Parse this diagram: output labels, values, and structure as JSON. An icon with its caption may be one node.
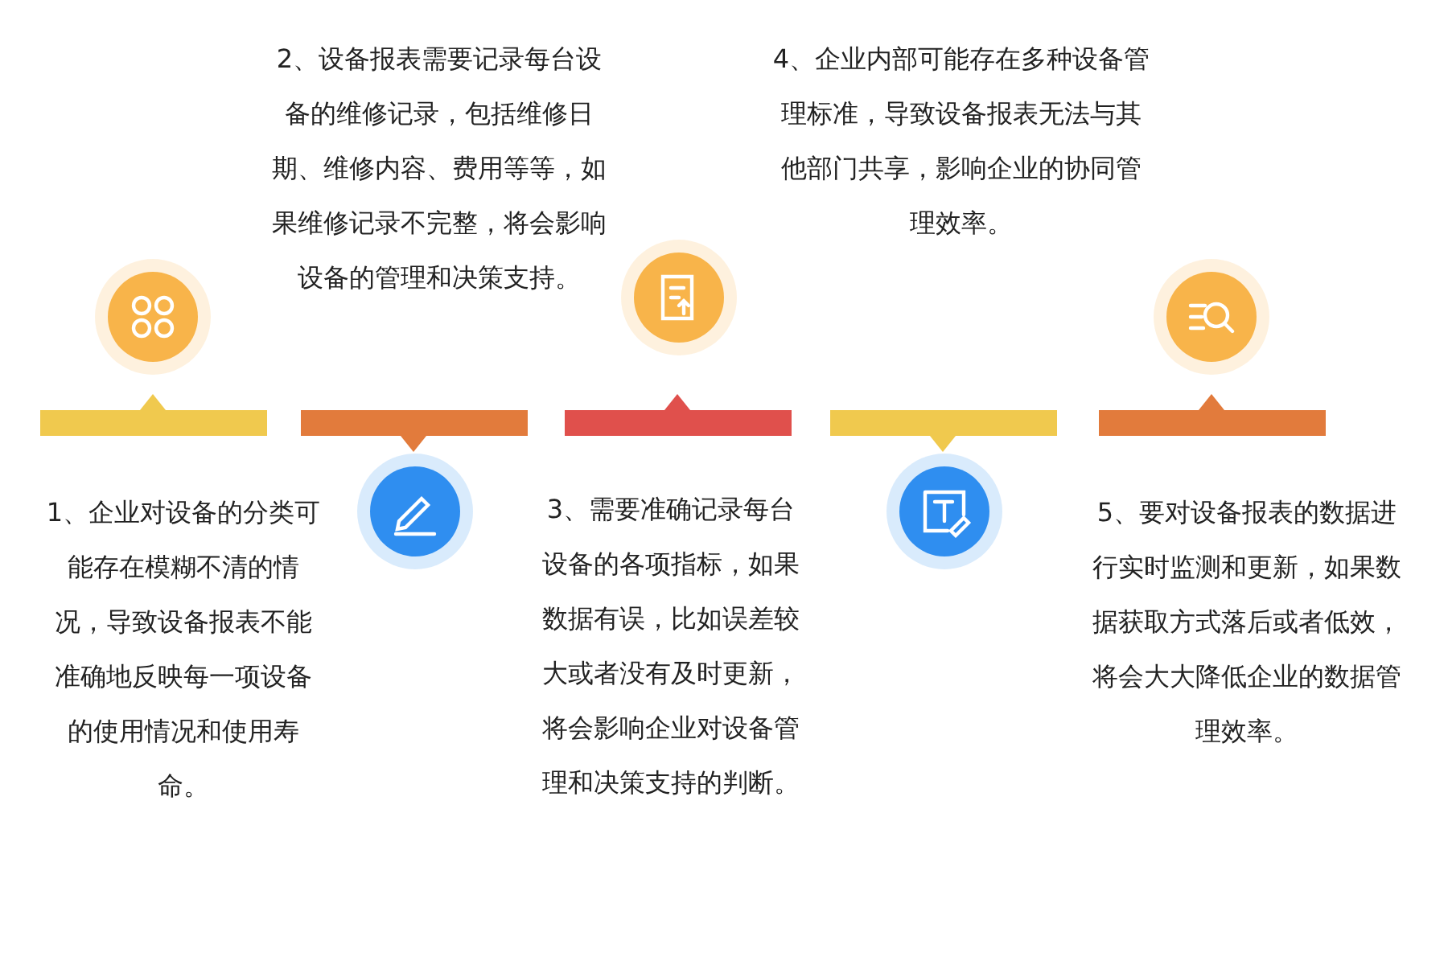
{
  "diagram": {
    "labels": [
      "1、企业对设备的分类可能存在模糊不清的情况，导致设备报表不能准确地反映每一项设备的使用情况和使用寿命。",
      "2、设备报表需要记录每台设备的维修记录，包括维修日期、维修内容、费用等等，如果维修记录不完整，将会影响设备的管理和决策支持。",
      "3、需要准确记录每台设备的各项指标，如果数据有误，比如误差较大或者没有及时更新，将会影响企业对设备管理和决策支持的判断。",
      "4、企业内部可能存在多种设备管理标准，导致设备报表无法与其他部门共享，影响企业的协同管理效率。",
      "5、要对设备报表的数据进行实时监测和更新，如果数据获取方式落后或者低效，将会大大降低企业的数据管理效率。"
    ]
  }
}
